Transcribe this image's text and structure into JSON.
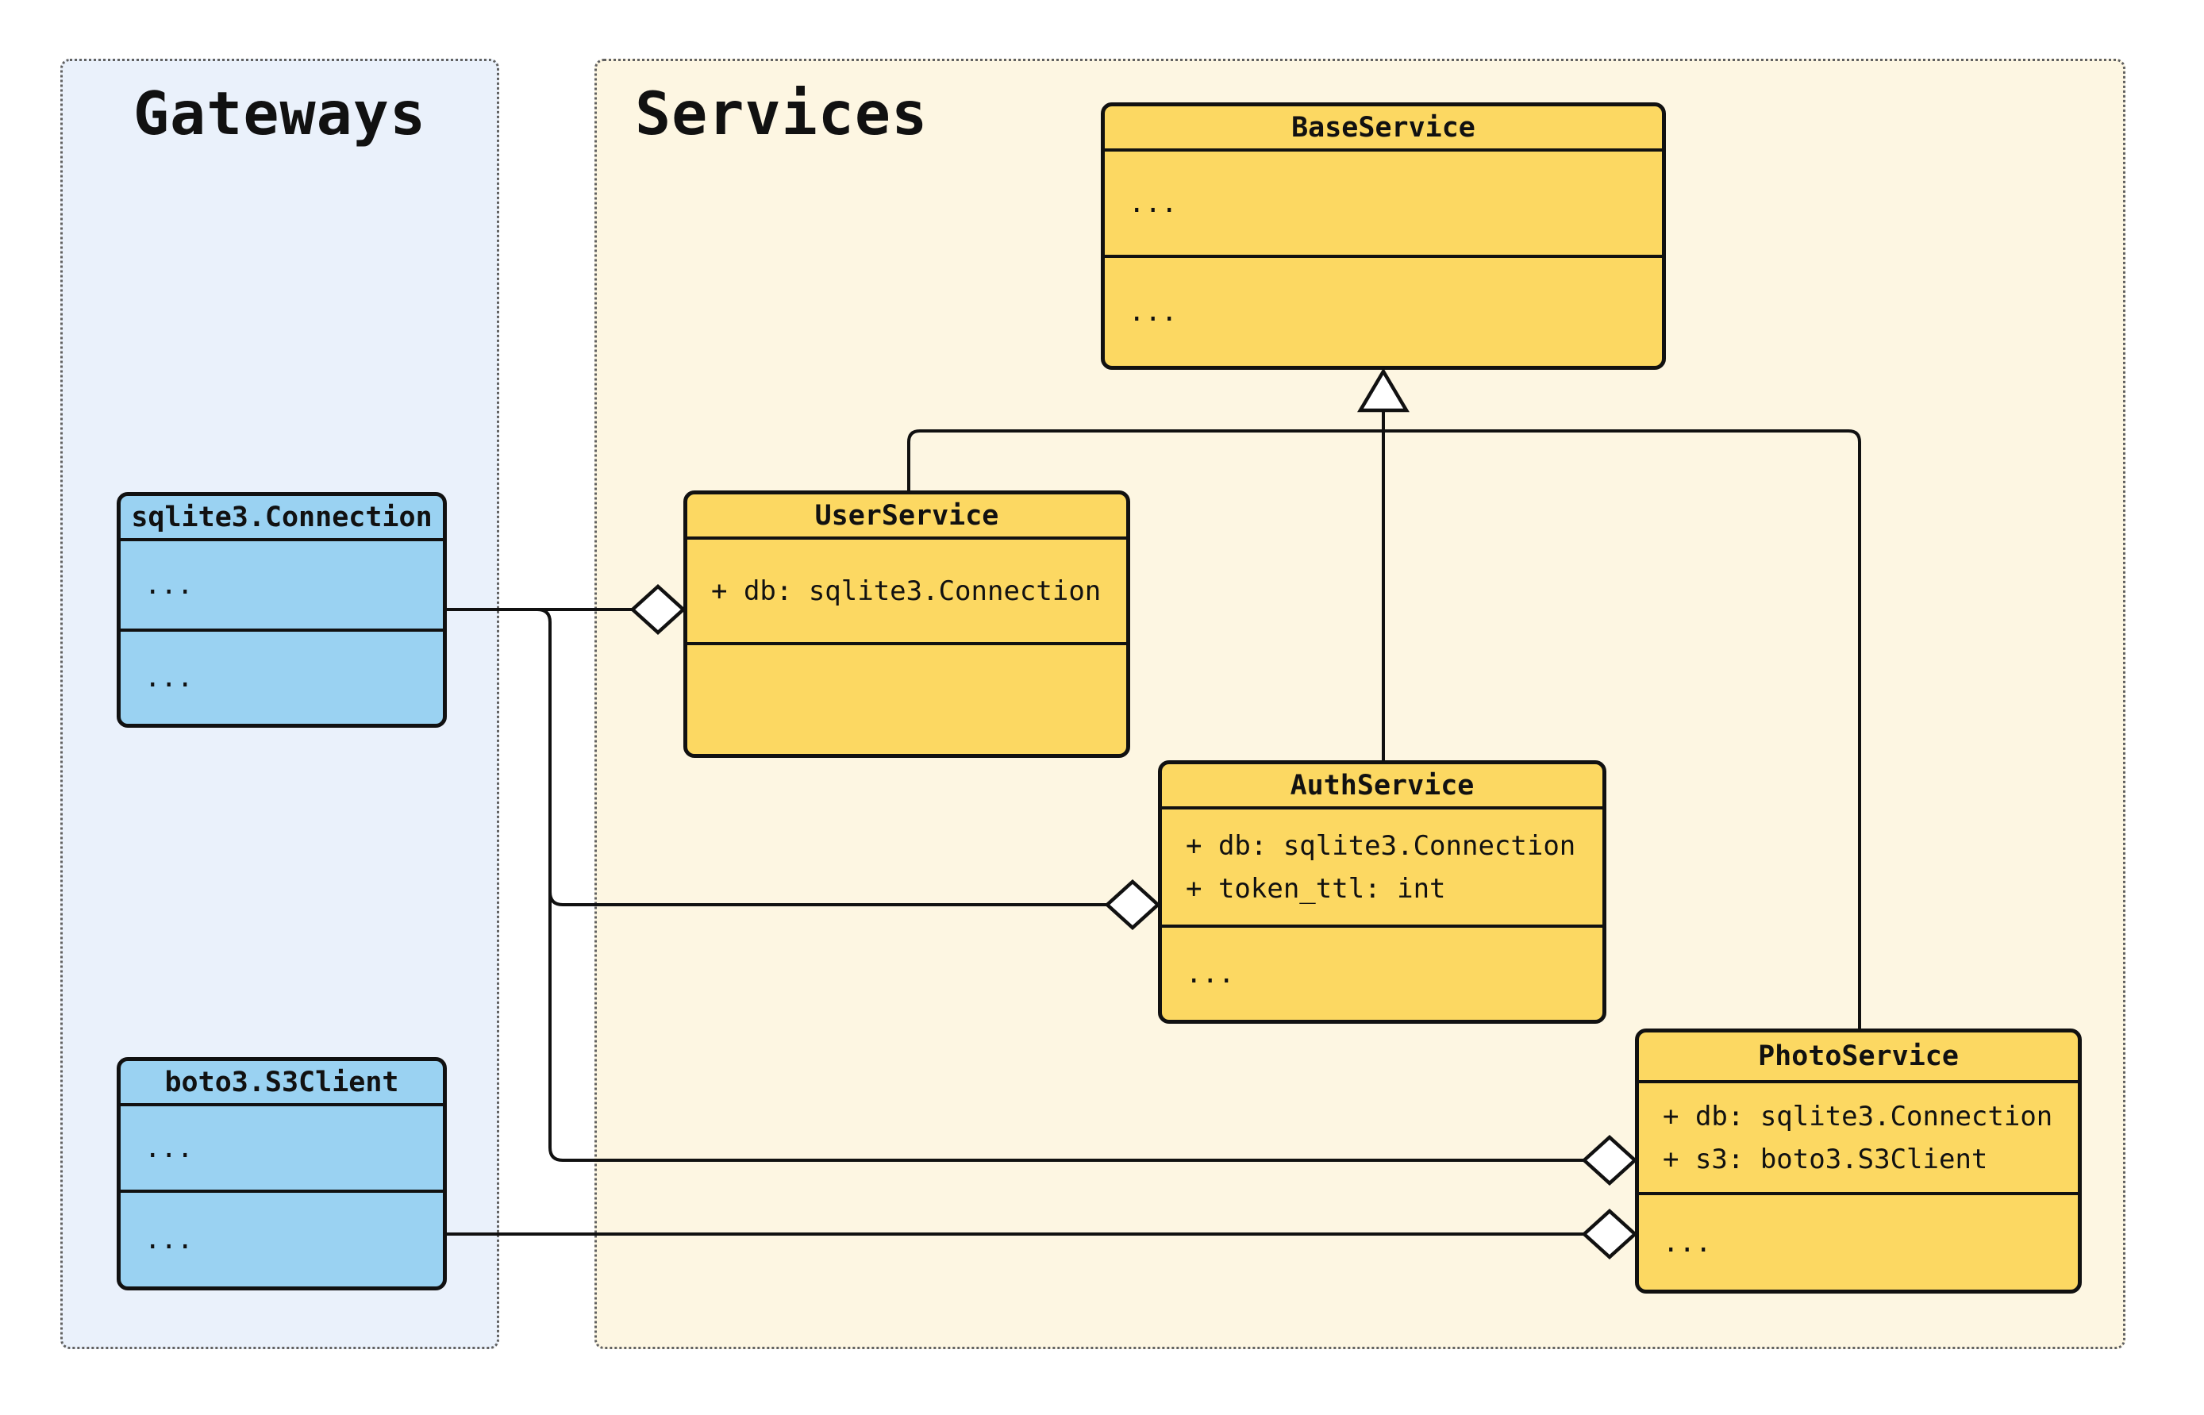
{
  "colors": {
    "page-bg": "#ffffff",
    "gateways-bg": "#eaf1fb",
    "services-bg": "#fdf6e2",
    "class-yellow": "#fcd862",
    "class-blue": "#9ad2f2",
    "stroke": "#111111",
    "container-border": "#616161",
    "marker-fill": "#ffffff",
    "text": "#111111"
  },
  "groups": [
    {
      "title": "Gateways"
    },
    {
      "title": "Services"
    }
  ],
  "classes": [
    {
      "name": "sqlite3.Connection",
      "group": "Gateways",
      "attributes": [
        "..."
      ],
      "methods": [
        "..."
      ]
    },
    {
      "name": "boto3.S3Client",
      "group": "Gateways",
      "attributes": [
        "..."
      ],
      "methods": [
        "..."
      ]
    },
    {
      "name": "BaseService",
      "group": "Services",
      "attributes": [
        "..."
      ],
      "methods": [
        "..."
      ]
    },
    {
      "name": "UserService",
      "group": "Services",
      "attributes": [
        "+ db: sqlite3.Connection"
      ],
      "methods": []
    },
    {
      "name": "AuthService",
      "group": "Services",
      "attributes": [
        "+ db: sqlite3.Connection",
        "+ token_ttl: int"
      ],
      "methods": [
        "..."
      ]
    },
    {
      "name": "PhotoService",
      "group": "Services",
      "attributes": [
        "+ db: sqlite3.Connection",
        "+ s3: boto3.S3Client"
      ],
      "methods": [
        "..."
      ]
    }
  ],
  "relationships": [
    {
      "type": "inheritance",
      "child": "UserService",
      "parent": "BaseService"
    },
    {
      "type": "inheritance",
      "child": "AuthService",
      "parent": "BaseService"
    },
    {
      "type": "inheritance",
      "child": "PhotoService",
      "parent": "BaseService"
    },
    {
      "type": "aggregation",
      "part": "sqlite3.Connection",
      "whole": "UserService"
    },
    {
      "type": "aggregation",
      "part": "sqlite3.Connection",
      "whole": "AuthService"
    },
    {
      "type": "aggregation",
      "part": "sqlite3.Connection",
      "whole": "PhotoService"
    },
    {
      "type": "aggregation",
      "part": "boto3.S3Client",
      "whole": "PhotoService"
    }
  ]
}
